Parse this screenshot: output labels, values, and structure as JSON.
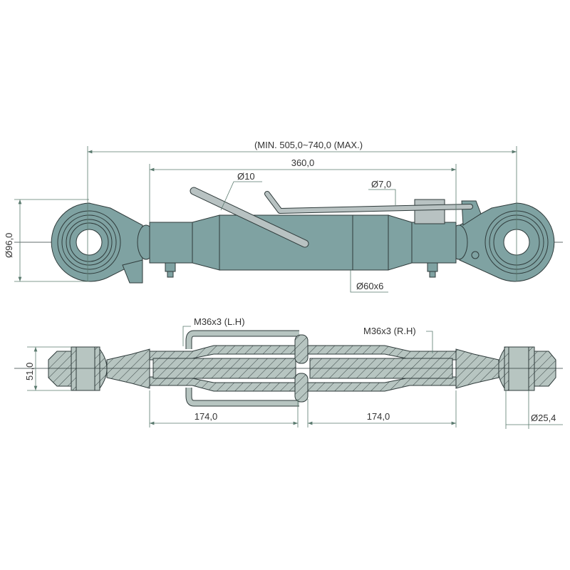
{
  "top_view": {
    "overall_length": "(MIN. 505,0~740,0 (MAX.)",
    "tube_length": "360,0",
    "handle_diameter": "Ø10",
    "pin_diameter": "Ø7,0",
    "tube_size": "Ø60x6",
    "ball_height": "Ø96,0"
  },
  "section_view": {
    "thread_left": "M36x3 (L.H)",
    "thread_right": "M36x3 (R.H)",
    "ball_width": "51,0",
    "left_thread_length": "174,0",
    "right_thread_length": "174,0",
    "pin_hole_diameter": "Ø25,4"
  },
  "colors": {
    "body": "#7fa2a2",
    "section": "#b7c5c1",
    "line": "#2f3b3b",
    "dimension": "#5a7a6e"
  }
}
